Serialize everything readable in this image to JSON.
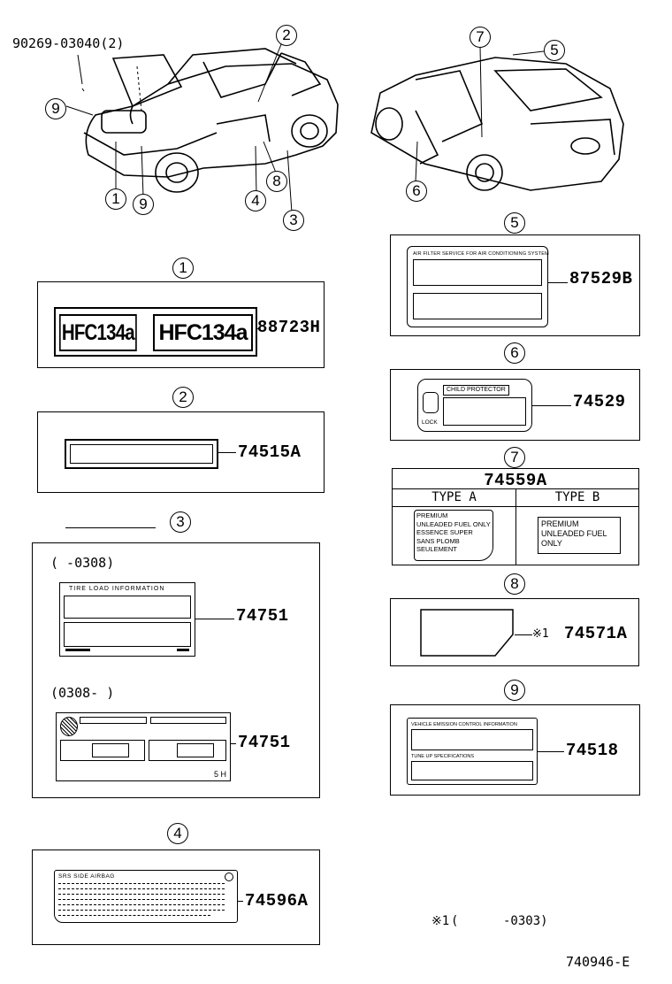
{
  "diagram": {
    "top_part_number": "90269-03040(2)",
    "callouts": [
      "1",
      "2",
      "3",
      "4",
      "5",
      "6",
      "7",
      "8",
      "9"
    ],
    "drawing_code": "740946-E",
    "footnote": {
      "mark": "※1",
      "range": "(      -0303)"
    }
  },
  "panels": {
    "p1": {
      "num": "1",
      "part": "88723H",
      "sticker_text": "HFC134a"
    },
    "p2": {
      "num": "2",
      "part": "74515A"
    },
    "p3": {
      "num": "3",
      "upper_range": "(      -0308)",
      "upper_part": "74751",
      "upper_label_title": "TIRE  LOAD  INFORMATION",
      "lower_range": "(0308-      )",
      "lower_part": "74751",
      "lower_corner": "5 H"
    },
    "p4": {
      "num": "4",
      "part": "74596A",
      "label_title": "SRS SIDE AIRBAG"
    },
    "p5": {
      "num": "5",
      "part": "87529B",
      "label_title": "AIR FILTER SERVICE FOR AIR CONDITIONING SYSTEM"
    },
    "p6": {
      "num": "6",
      "part": "74529",
      "label_title": "CHILD PROTECTOR",
      "lock_text": "LOCK"
    },
    "p7": {
      "num": "7",
      "part": "74559A",
      "type_a": "TYPE  A",
      "type_b": "TYPE  B",
      "type_a_lines": [
        "PREMIUM",
        "UNLEADED FUEL ONLY",
        "ESSENCE  SUPER",
        "SANS  PLOMB",
        "SEULEMENT"
      ],
      "type_b_lines": [
        "PREMIUM",
        "UNLEADED FUEL",
        "ONLY"
      ]
    },
    "p8": {
      "num": "8",
      "part": "74571A",
      "note_mark": "※1"
    },
    "p9": {
      "num": "9",
      "part": "74518",
      "label_line1": "VEHICLE EMISSION CONTROL INFORMATION",
      "label_line2": "TUNE UP SPECIFICATIONS"
    }
  }
}
